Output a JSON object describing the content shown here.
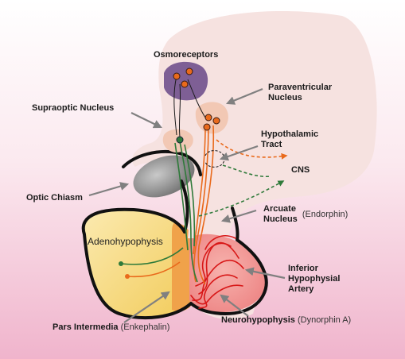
{
  "labels": {
    "osmoreceptors": "Osmoreceptors",
    "paraventricular_line1": "Paraventricular",
    "paraventricular_line2": "Nucleus",
    "supraoptic": "Supraoptic Nucleus",
    "hypothalamic_line1": "Hypothalamic",
    "hypothalamic_line2": "Tract",
    "cns": "CNS",
    "optic_chiasm": "Optic Chiasm",
    "arcuate_line1": "Arcuate",
    "arcuate_line2": "Nucleus",
    "arcuate_sub": "(Endorphin)",
    "adenohypophysis": "Adenohypophysis",
    "inferior_line1": "Inferior",
    "inferior_line2": "Hypophysial",
    "inferior_line3": "Artery",
    "pars_intermedia": "Pars Intermedia",
    "pars_intermedia_sub": "(Enkephalin)",
    "neurohypophysis": "Neurohypophysis",
    "neurohypophysis_sub": "(Dynorphin A)"
  },
  "colors": {
    "background_top": "#ffffff",
    "background_bottom": "#f0b4cc",
    "hypothalamus_fill": "#f6e2e0",
    "osmoreceptor_fill": "#7e5f95",
    "nucleus_fill": "#f2c8b4",
    "neuron_orange": "#e96a1c",
    "neuron_green": "#2f7a3a",
    "adenohypophysis_fill": "#f6d97a",
    "pars_intermedia_fill": "#f0a24a",
    "neurohypophysis_fill": "#f29a9a",
    "artery": "#d81818",
    "optic_chiasm_fill": "#9a9a9a",
    "pointer_arrow": "#808080"
  }
}
